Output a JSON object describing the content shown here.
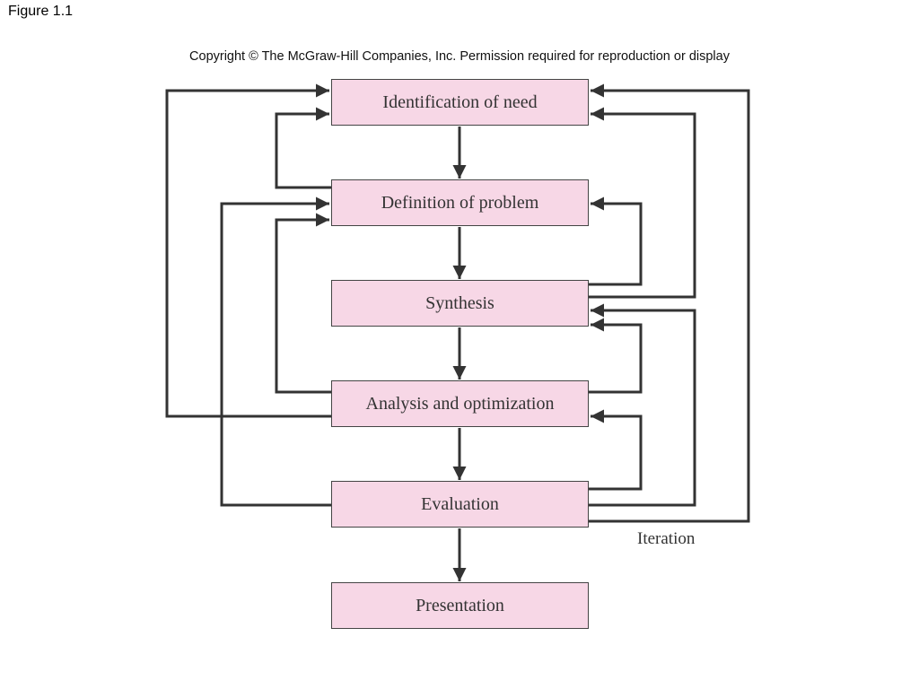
{
  "figure_label": "Figure 1.1",
  "copyright": "Copyright © The McGraw-Hill Companies, Inc. Permission required for reproduction or display",
  "steps": [
    "Identification of need",
    "Definition of problem",
    "Synthesis",
    "Analysis and optimization",
    "Evaluation",
    "Presentation"
  ],
  "iteration_label": "Iteration",
  "colors": {
    "box_fill": "#f7d7e6",
    "line": "#333333"
  }
}
